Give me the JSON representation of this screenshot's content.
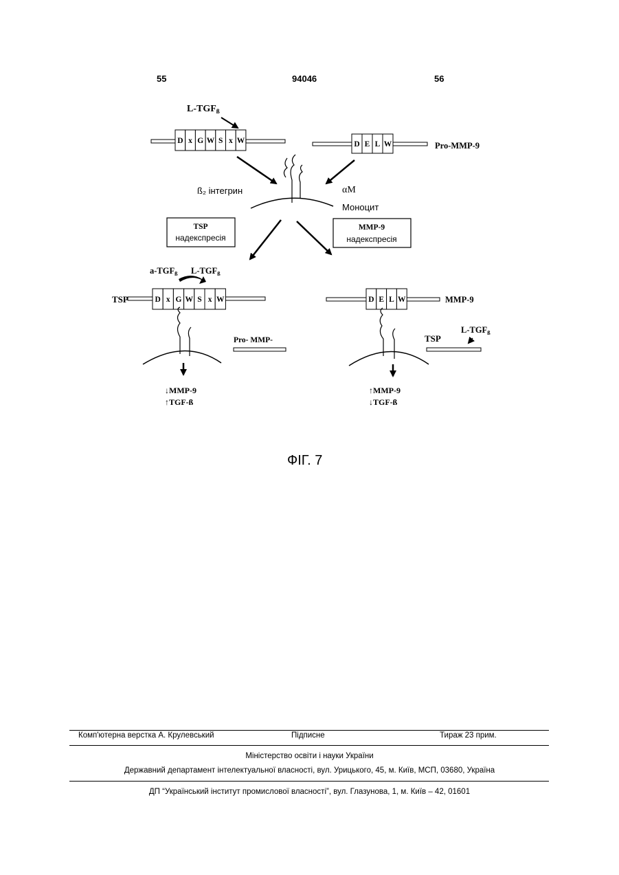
{
  "header": {
    "left_page": "55",
    "patent_number": "94046",
    "right_page": "56"
  },
  "figure": {
    "top_left_ligand": "L-TGF",
    "top_left_motif": [
      "D",
      "x",
      "G",
      "W",
      "S",
      "x",
      "W"
    ],
    "top_right_motif": [
      "D",
      "E",
      "L",
      "W"
    ],
    "top_right_label": "Pro-MMP-9",
    "integrin_label": "ß₂ інтегрин",
    "alpha_label": "αM",
    "monocyte_label": "Моноцит",
    "box_left": {
      "line1": "TSP",
      "line2": "надекспресія"
    },
    "box_right": {
      "line1": "MMP-9",
      "line2": "надекспресія"
    },
    "lower_left": {
      "a_tgf": "a-TGF",
      "l_tgf": "L-TGF",
      "tsp": "TSP",
      "motif": [
        "D",
        "x",
        "G",
        "W",
        "S",
        "x",
        "W"
      ],
      "side_label": "Pro- MMP-",
      "effect1": "MMP-9",
      "effect2": "TGF-ß"
    },
    "lower_right": {
      "motif": [
        "D",
        "E",
        "L",
        "W"
      ],
      "mmp_label": "MMP-9",
      "tsp": "TSP",
      "l_tgf": "L-TGF",
      "effect1": "MMP-9",
      "effect2": "TGF-ß"
    },
    "subscript_beta": "ß"
  },
  "caption": "ФІГ. 7",
  "footer": {
    "typesetter": "Комп'ютерна верстка А. Крулевський",
    "signed": "Підписне",
    "circulation": "Тираж 23 прим.",
    "ministry": "Міністерство освіти і науки України",
    "department": "Державний департамент інтелектуальної власності, вул. Урицького, 45, м. Київ, МСП, 03680, Україна",
    "institute": "ДП “Український інститут промислової власності”, вул. Глазунова, 1, м. Київ – 42, 01601"
  }
}
